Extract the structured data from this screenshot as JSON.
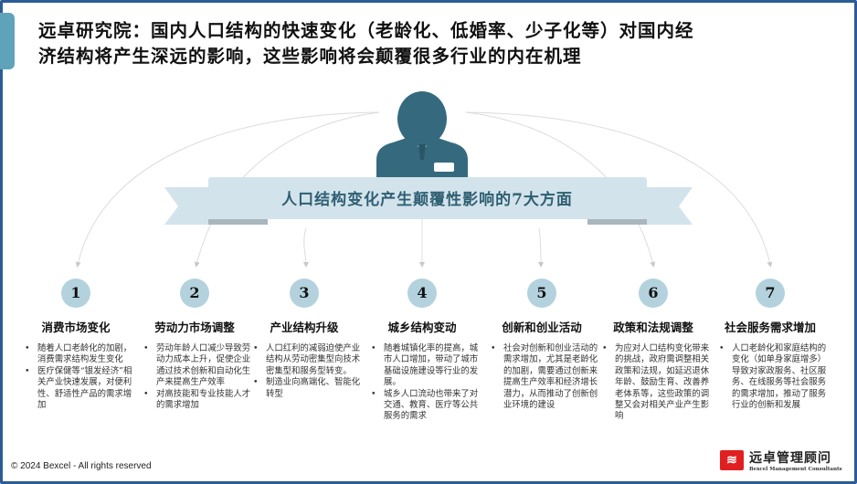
{
  "title": [
    "远卓研究院：国内人口结构的快速变化（老龄化、低婚率、少子化等）对国内经",
    "济结构将产生深远的影响，这些影响将会颠覆很多行业的内在机理"
  ],
  "ribbon": "人口结构变化产生颠覆性影响的7大方面",
  "aspects": [
    {
      "num": "1",
      "title": "消费市场变化",
      "bullets": [
        "随着人口老龄化的加剧，消费需求结构发生变化",
        "医疗保健等“银发经济”相关产业快速发展，对便利性、舒适性产品的需求增加"
      ]
    },
    {
      "num": "2",
      "title": "劳动力市场调整",
      "bullets": [
        "劳动年龄人口减少导致劳动力成本上升，促使企业通过技术创新和自动化生产来提高生产效率",
        "对高技能和专业技能人才的需求增加"
      ]
    },
    {
      "num": "3",
      "title": "产业结构升级",
      "bullets": [
        "人口红利的减弱迫使产业结构从劳动密集型向技术密集型和服务型转变。",
        "制造业向高端化、智能化转型"
      ]
    },
    {
      "num": "4",
      "title": "城乡结构变动",
      "bullets": [
        "随着城镇化率的提高，城市人口增加，带动了城市基础设施建设等行业的发展。",
        "城乡人口流动也带来了对交通、教育、医疗等公共服务的需求"
      ]
    },
    {
      "num": "5",
      "title": "创新和创业活动",
      "bullets": [
        "社会对创新和创业活动的需求增加，尤其是老龄化的加剧，需要通过创新来提高生产效率和经济增长潜力，从而推动了创新创业环境的建设"
      ]
    },
    {
      "num": "6",
      "title": "政策和法规调整",
      "bullets": [
        "为应对人口结构变化带来的挑战，政府需调整相关政策和法规，如延迟退休年龄、鼓励生育、改善养老体系等，这些政策的调整又会对相关产业产生影响"
      ]
    },
    {
      "num": "7",
      "title": "社会服务需求增加",
      "bullets": [
        "人口老龄化和家庭结构的变化（如单身家庭增多）导致对家政服务、社区服务、在线服务等社会服务的需求增加，推动了服务行业的创新和发展"
      ]
    }
  ],
  "footer": "© 2024 Bexcel - All rights reserved",
  "logo": {
    "cn": "远卓管理顾问",
    "en": "Bexcel Management Consultants"
  },
  "colors": {
    "border": "#2b5c96",
    "person": "#356a7e",
    "ribbon": "#d3e3ec",
    "circle": "#b3d2dd"
  }
}
